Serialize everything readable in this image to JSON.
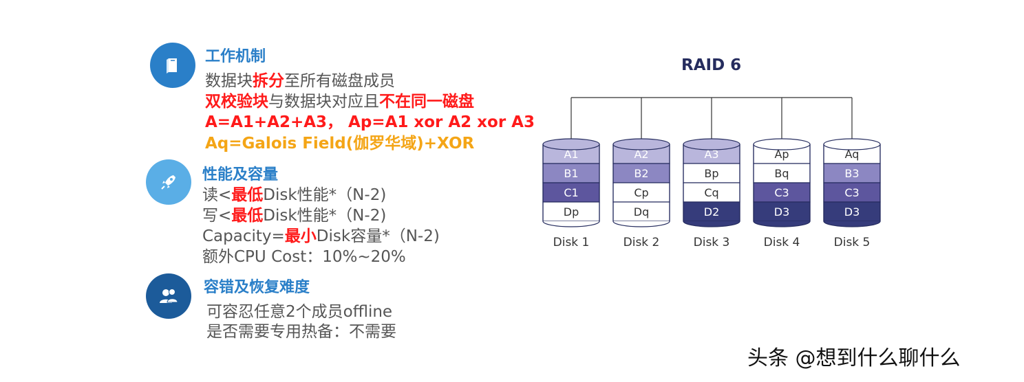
{
  "sections": [
    {
      "title": "工作机制",
      "icon": "book-icon",
      "color": "#2a7fc8",
      "lines": [
        [
          {
            "text": "数据块",
            "style": "plain"
          },
          {
            "text": "拆分",
            "style": "red"
          },
          {
            "text": "至所有磁盘成员",
            "style": "plain"
          }
        ],
        [
          {
            "text": "双校验块",
            "style": "red"
          },
          {
            "text": "与数据块对应且",
            "style": "plain"
          },
          {
            "text": "不在同一磁盘",
            "style": "red"
          }
        ],
        [
          {
            "text": "A=A1+A2+A3， Ap=A1 xor A2 xor A3",
            "style": "red"
          }
        ],
        [
          {
            "text": "Aq=Galois Field(伽罗华域)+XOR",
            "style": "orange"
          }
        ]
      ]
    },
    {
      "title": "性能及容量",
      "icon": "rocket-icon",
      "color": "#5aaee6",
      "lines": [
        [
          {
            "text": "读<",
            "style": "plain"
          },
          {
            "text": "最低",
            "style": "red"
          },
          {
            "text": "Disk性能*（N-2)",
            "style": "plain"
          }
        ],
        [
          {
            "text": "写<",
            "style": "plain"
          },
          {
            "text": "最低",
            "style": "red"
          },
          {
            "text": "Disk性能*（N-2)",
            "style": "plain"
          }
        ],
        [
          {
            "text": "Capacity=",
            "style": "plain"
          },
          {
            "text": "最小",
            "style": "red"
          },
          {
            "text": "Disk容量*（N-2)",
            "style": "plain"
          }
        ],
        [
          {
            "text": "额外CPU Cost：10%~20%",
            "style": "plain"
          }
        ]
      ]
    },
    {
      "title": "容错及恢复难度",
      "icon": "users-icon",
      "color": "#1c5b9a",
      "lines": [
        [
          {
            "text": "可容忍任意2个成员offline",
            "style": "plain"
          }
        ],
        [
          {
            "text": "是否需要专用热备：不需要",
            "style": "plain"
          }
        ]
      ]
    }
  ],
  "raid": {
    "title": "RAID 6",
    "colors": {
      "light": "#b9b6dc",
      "mid": "#8c87c2",
      "dark": "#5d569e",
      "darker": "#363c7b",
      "white": "#ffffff",
      "outline": "#252c5e"
    },
    "disks": [
      {
        "label": "Disk 1",
        "blocks": [
          {
            "t": "A1",
            "s": "light"
          },
          {
            "t": "B1",
            "s": "mid"
          },
          {
            "t": "C1",
            "s": "dark"
          },
          {
            "t": "Dp",
            "s": "white"
          }
        ]
      },
      {
        "label": "Disk 2",
        "blocks": [
          {
            "t": "A2",
            "s": "light"
          },
          {
            "t": "B2",
            "s": "mid"
          },
          {
            "t": "Cp",
            "s": "white"
          },
          {
            "t": "Dq",
            "s": "white"
          }
        ]
      },
      {
        "label": "Disk 3",
        "blocks": [
          {
            "t": "A3",
            "s": "light"
          },
          {
            "t": "Bp",
            "s": "white"
          },
          {
            "t": "Cq",
            "s": "white"
          },
          {
            "t": "D2",
            "s": "darker"
          }
        ]
      },
      {
        "label": "Disk 4",
        "blocks": [
          {
            "t": "Ap",
            "s": "white"
          },
          {
            "t": "Bq",
            "s": "white"
          },
          {
            "t": "C3",
            "s": "dark"
          },
          {
            "t": "D3",
            "s": "darker"
          }
        ]
      },
      {
        "label": "Disk 5",
        "blocks": [
          {
            "t": "Aq",
            "s": "white"
          },
          {
            "t": "B3",
            "s": "mid"
          },
          {
            "t": "C3",
            "s": "dark"
          },
          {
            "t": "D3",
            "s": "darker"
          }
        ]
      }
    ]
  },
  "watermark": "头条 @想到什么聊什么"
}
